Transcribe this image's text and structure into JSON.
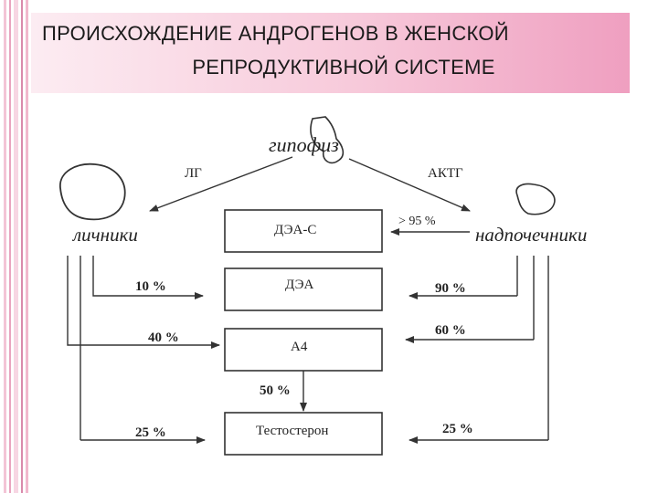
{
  "title": {
    "line1": "Происхождение андрогенов в женской",
    "line2": "репродуктивной системе"
  },
  "diagram": {
    "pituitary": "гипофиз",
    "lh": "ЛГ",
    "acth": "АКТГ",
    "ovaries": "личники",
    "adrenals": "надпочечники",
    "boxes": {
      "dheas": "ДЭА-С",
      "dhea": "ДЭА",
      "a4": "А4",
      "testosterone": "Тестостерон"
    },
    "percents": {
      "adrenal_dheas": "> 95 %",
      "ovary_dhea": "10 %",
      "adrenal_dhea": "90 %",
      "ovary_a4": "40 %",
      "adrenal_a4": "60 %",
      "a4_testosterone": "50 %",
      "ovary_testosterone": "25 %",
      "adrenal_testosterone": "25 %"
    }
  },
  "colors": {
    "banner_start": "#fcecf2",
    "banner_end": "#ef9fc0",
    "line": "#333333"
  }
}
